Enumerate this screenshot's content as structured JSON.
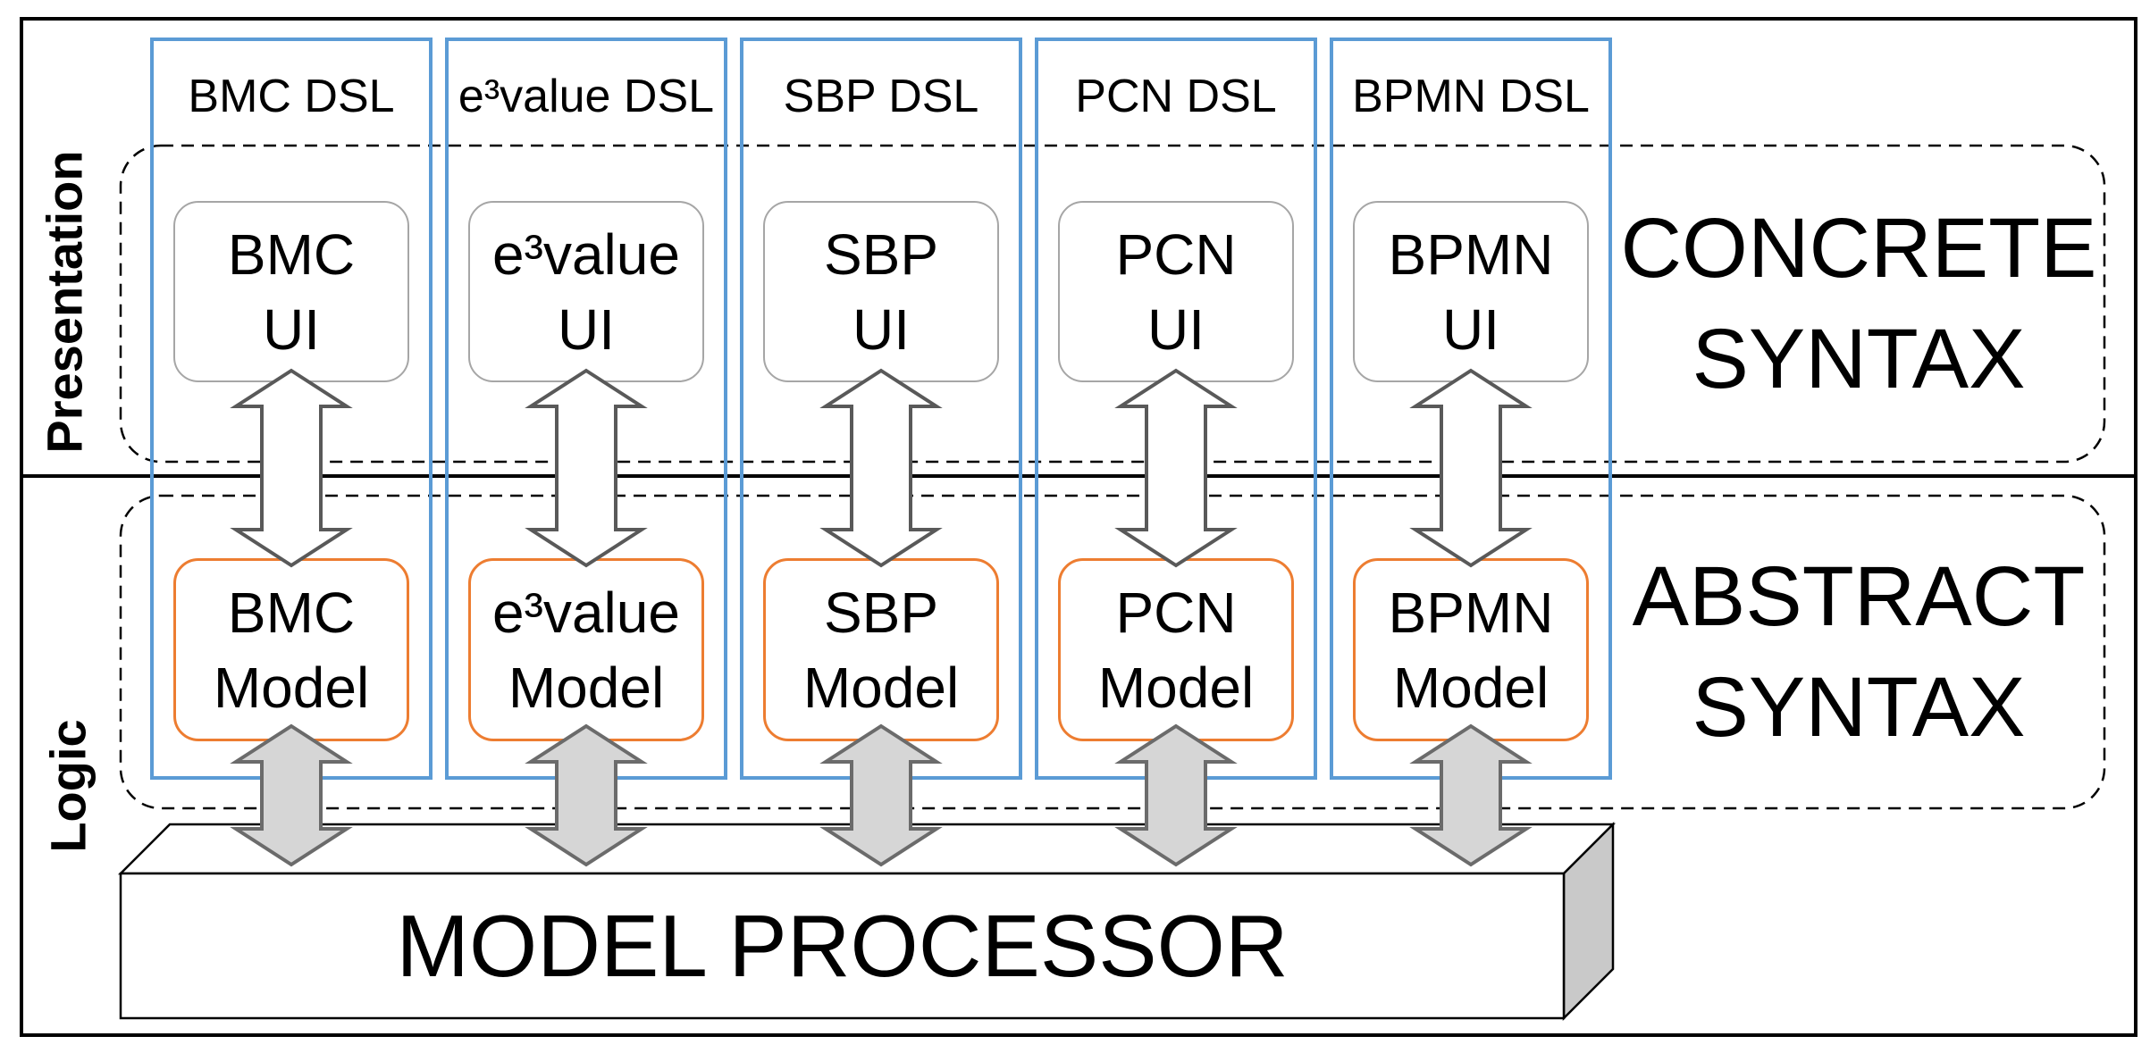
{
  "layers": {
    "presentation_label": "Presentation",
    "logic_label": "Logic"
  },
  "regions": {
    "concrete": {
      "line1": "CONCRETE",
      "line2": "SYNTAX"
    },
    "abstract": {
      "line1": "ABSTRACT",
      "line2": "SYNTAX"
    }
  },
  "columns": [
    {
      "dsl_label": "BMC DSL",
      "ui_line1": "BMC",
      "ui_line2": "UI",
      "model_line1": "BMC",
      "model_line2": "Model"
    },
    {
      "dsl_label": "e³value DSL",
      "ui_line1": "e³value",
      "ui_line2": "UI",
      "model_line1": "e³value",
      "model_line2": "Model"
    },
    {
      "dsl_label": "SBP DSL",
      "ui_line1": "SBP",
      "ui_line2": "UI",
      "model_line1": "SBP",
      "model_line2": "Model"
    },
    {
      "dsl_label": "PCN DSL",
      "ui_line1": "PCN",
      "ui_line2": "UI",
      "model_line1": "PCN",
      "model_line2": "Model"
    },
    {
      "dsl_label": "BPMN DSL",
      "ui_line1": "BPMN",
      "ui_line2": "UI",
      "model_line1": "BPMN",
      "model_line2": "Model"
    }
  ],
  "processor": {
    "label": "MODEL PROCESSOR"
  },
  "colors": {
    "column_border": "#5B9BD5",
    "model_box_border": "#ED7D31",
    "ui_box_border": "#A6A6A6",
    "white_arrow_outline": "#595959",
    "gray_arrow_fill": "#D6D6D6",
    "gray_arrow_outline": "#6B6B6B",
    "processor_side_face": "#C9C9C9",
    "frame_and_text": "#000000"
  }
}
